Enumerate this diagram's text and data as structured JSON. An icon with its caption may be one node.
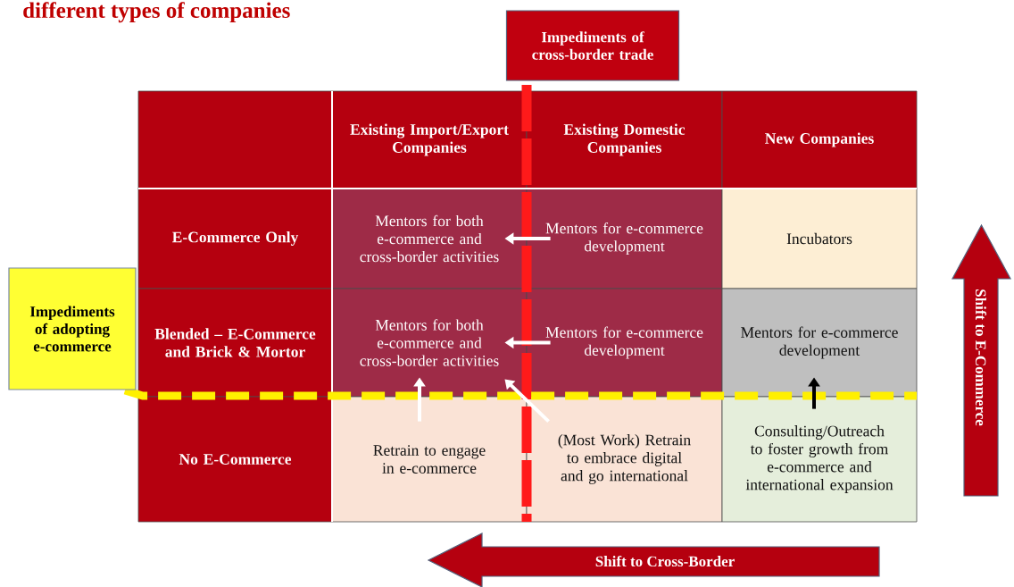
{
  "diagram": {
    "title": "different types of companies",
    "nodes": [
      {
        "text": [
          "Impediments of cross-border trade"
        ]
      },
      {
        "text": [],
        "shape": "box"
      },
      {
        "text": [
          "Existing Import/Export Companies"
        ]
      },
      {
        "text": [
          "Existing Domestic Companies"
        ]
      },
      {
        "text": [
          "New Companies"
        ]
      },
      {
        "text": [
          "E-Commerce Only"
        ]
      },
      {
        "text": [
          "Mentors for both e-commerce and cross-border activities"
        ]
      },
      {
        "text": [
          "Mentors for e-commerce development"
        ]
      },
      {
        "text": [
          "Incubators"
        ]
      },
      {
        "text": [
          "Impediments of adopting e-commerce"
        ]
      },
      {
        "text": [
          "Blended – E-Commerce and Brick & Mortor"
        ]
      },
      {
        "text": [
          "Mentors for both e-commerce and cross-border activities"
        ]
      },
      {
        "text": [
          "Mentors for e-commerce development"
        ]
      },
      {
        "text": [
          "Mentors for e-commerce development"
        ]
      },
      {
        "text": [
          "No E-Commerce"
        ]
      },
      {
        "text": [
          "Retrain to engage in e-commerce"
        ]
      },
      {
        "text": [
          "(Most Work) Retrain to embrace digital and go international"
        ]
      },
      {
        "text": [
          "Consulting/Outreach to foster growth from e-commerce and international expansion"
        ]
      },
      {
        "text": [
          "Shift to E-Commerce"
        ]
      },
      {
        "text": [
          "Shift to Cross-Border"
        ]
      }
    ],
    "edges": [
      {
        "from": 7,
        "to": 6,
        "arrow": "to"
      },
      {
        "from": 12,
        "to": 11,
        "arrow": "to"
      },
      {
        "from": 15,
        "to": 11,
        "arrow": "to"
      },
      {
        "from": 16,
        "to": 11,
        "arrow": "to"
      },
      {
        "from": 17,
        "to": 13,
        "arrow": "to",
        "color": "#000000"
      }
    ]
  }
}
